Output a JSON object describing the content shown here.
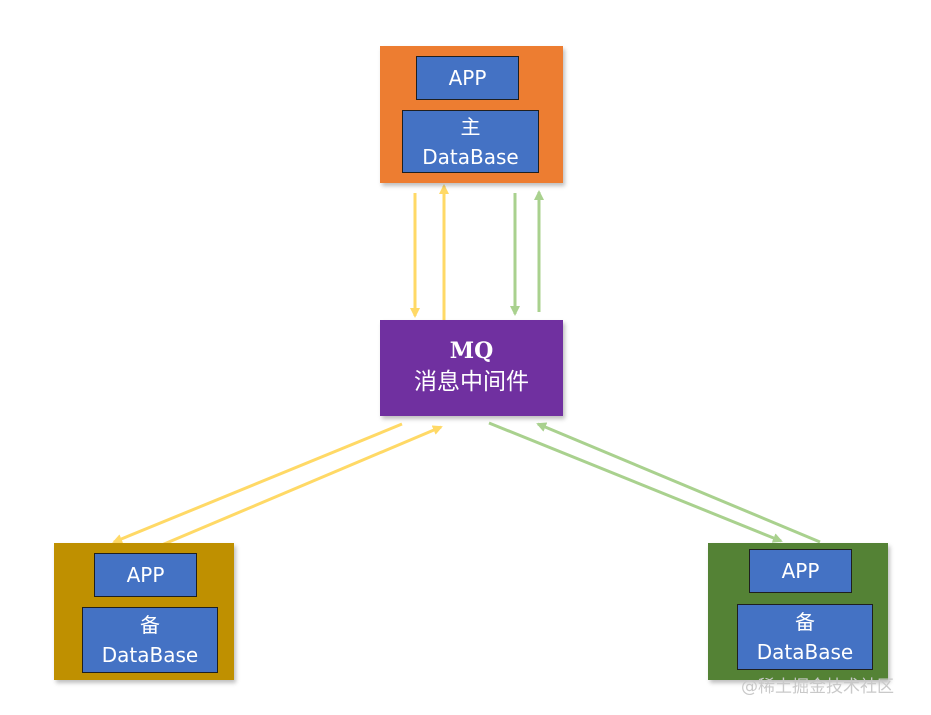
{
  "colors": {
    "primary_site": "#ED7D31",
    "backup_left_site": "#BF9000",
    "backup_right_site": "#548235",
    "inner_box": "#4472C4",
    "mq_box": "#7030A0",
    "arrow_yellow": "#FFD966",
    "arrow_green": "#A9D18E"
  },
  "primary": {
    "app_label": "APP",
    "db_role": "主",
    "db_label": "DataBase"
  },
  "mq": {
    "title": "MQ",
    "subtitle": "消息中间件"
  },
  "backup_left": {
    "app_label": "APP",
    "db_role": "备",
    "db_label": "DataBase"
  },
  "backup_right": {
    "app_label": "APP",
    "db_role": "备",
    "db_label": "DataBase"
  },
  "watermark": "@稀土掘金技术社区"
}
